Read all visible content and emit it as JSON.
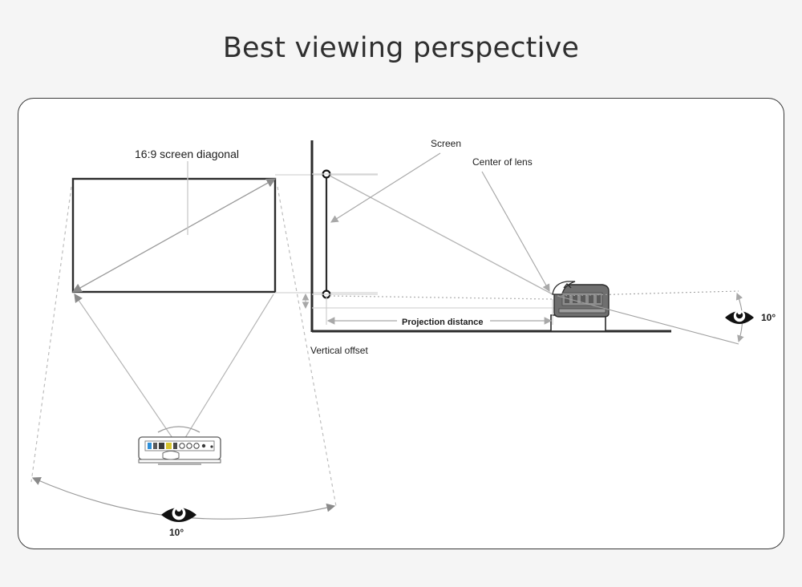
{
  "page": {
    "title": "Best viewing perspective",
    "background_color": "#f5f5f5",
    "card_background": "#ffffff",
    "card_border_color": "#3a3a3a"
  },
  "diagram": {
    "type": "projector-placement-schematic",
    "labels": {
      "screen_diagonal": "16:9 screen diagonal",
      "screen": "Screen",
      "center_of_lens": "Center of lens",
      "projection_distance": "Projection distance",
      "vertical_offset": "Vertical offset",
      "viewing_angle_side": "10°",
      "viewing_angle_top": "10°"
    },
    "icons": {
      "eye_side": "eye-icon",
      "eye_top": "eye-icon",
      "projector_side": "projector-side-view-icon",
      "projector_top": "projector-top-view-icon"
    },
    "colors": {
      "line_dark": "#2b2b2b",
      "line_mid": "#9a9a9a",
      "line_light": "#c9c9c9",
      "arrow_fill": "#8a8a8a",
      "projector_body": "#7d7d7d"
    },
    "measurements": {
      "viewing_angle_degrees": "10°",
      "aspect_ratio": "16:9"
    }
  }
}
